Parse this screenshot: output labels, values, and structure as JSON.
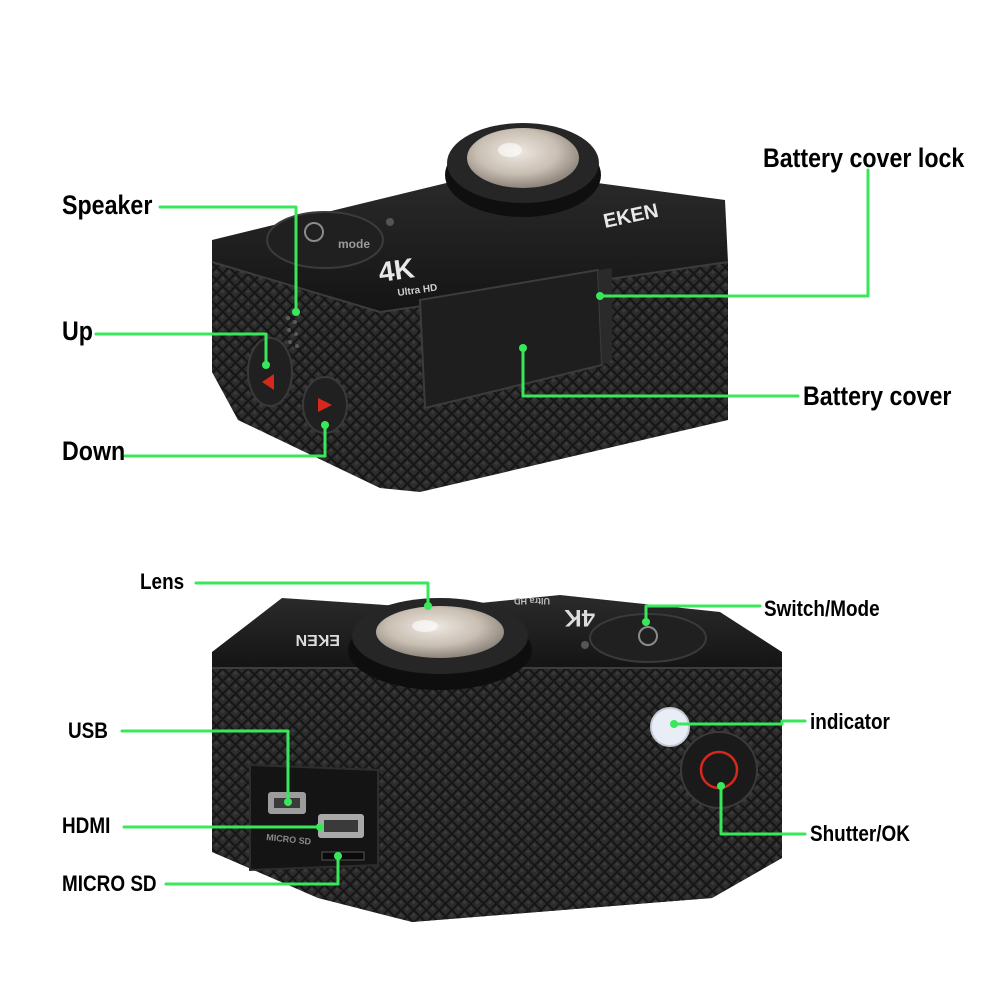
{
  "colors": {
    "leader": "#39e85a",
    "body": "#1b1b1b",
    "body_light": "#2e2e2e",
    "lens_ring": "#262626",
    "lens_glass": "#cfc6bb",
    "button_red": "#d6281d",
    "indicator": "#e9eef6"
  },
  "top_view": {
    "brand": "EKEN",
    "resolution": "4K",
    "resolution_sub": "Ultra HD",
    "mode_button": "mode",
    "labels": {
      "speaker": "Speaker",
      "up": "Up",
      "down": "Down",
      "battery_cover_lock": "Battery cover lock",
      "battery_cover": "Battery cover"
    }
  },
  "bottom_view": {
    "brand": "EKEN",
    "resolution": "4K",
    "resolution_sub": "Ultra HD",
    "port_caption": "MICRO SD",
    "labels": {
      "lens": "Lens",
      "switch_mode": "Switch/Mode",
      "usb": "USB",
      "indicator": "indicator",
      "hdmi": "HDMI",
      "shutter_ok": "Shutter/OK",
      "micro_sd": "MICRO SD"
    }
  }
}
